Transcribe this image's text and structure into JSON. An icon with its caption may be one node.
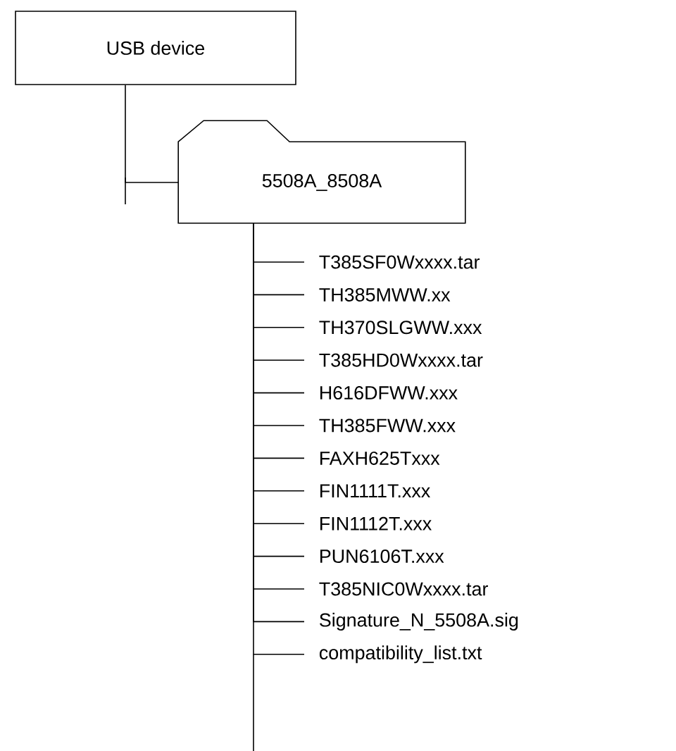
{
  "diagram": {
    "nodes": [
      {
        "text": [
          "USB device"
        ]
      },
      {
        "text": [
          "5508A_8508A"
        ]
      },
      {
        "text": [
          "T385SF0Wxxxx.tar"
        ]
      },
      {
        "text": [
          "TH385MWW.xx"
        ]
      },
      {
        "text": [
          "TH370SLGWW.xxx"
        ]
      },
      {
        "text": [
          "T385HD0Wxxxx.tar"
        ]
      },
      {
        "text": [
          "H616DFWW.xxx"
        ]
      },
      {
        "text": [
          "TH385FWW.xxx"
        ]
      },
      {
        "text": [
          "FAXH625Txxx"
        ]
      },
      {
        "text": [
          "FIN1111T.xxx"
        ]
      },
      {
        "text": [
          "FIN1112T.xxx"
        ]
      },
      {
        "text": [
          "PUN6106T.xxx"
        ]
      },
      {
        "text": [
          "T385NIC0Wxxxx.tar"
        ]
      },
      {
        "text": [
          "Signature_N_5508A.sig"
        ]
      },
      {
        "text": [
          "compatibility_list.txt"
        ]
      }
    ],
    "edges": [
      {
        "from": 0,
        "to": 1,
        "arrow": "none"
      },
      {
        "from": 1,
        "to": 2,
        "arrow": "none"
      },
      {
        "from": 1,
        "to": 3,
        "arrow": "none"
      },
      {
        "from": 1,
        "to": 4,
        "arrow": "none"
      },
      {
        "from": 1,
        "to": 5,
        "arrow": "none"
      },
      {
        "from": 1,
        "to": 6,
        "arrow": "none"
      },
      {
        "from": 1,
        "to": 7,
        "arrow": "none"
      },
      {
        "from": 1,
        "to": 8,
        "arrow": "none"
      },
      {
        "from": 1,
        "to": 9,
        "arrow": "none"
      },
      {
        "from": 1,
        "to": 10,
        "arrow": "none"
      },
      {
        "from": 1,
        "to": 11,
        "arrow": "none"
      },
      {
        "from": 1,
        "to": 12,
        "arrow": "none"
      },
      {
        "from": 1,
        "to": 13,
        "arrow": "none"
      },
      {
        "from": 1,
        "to": 14,
        "arrow": "none"
      }
    ]
  }
}
